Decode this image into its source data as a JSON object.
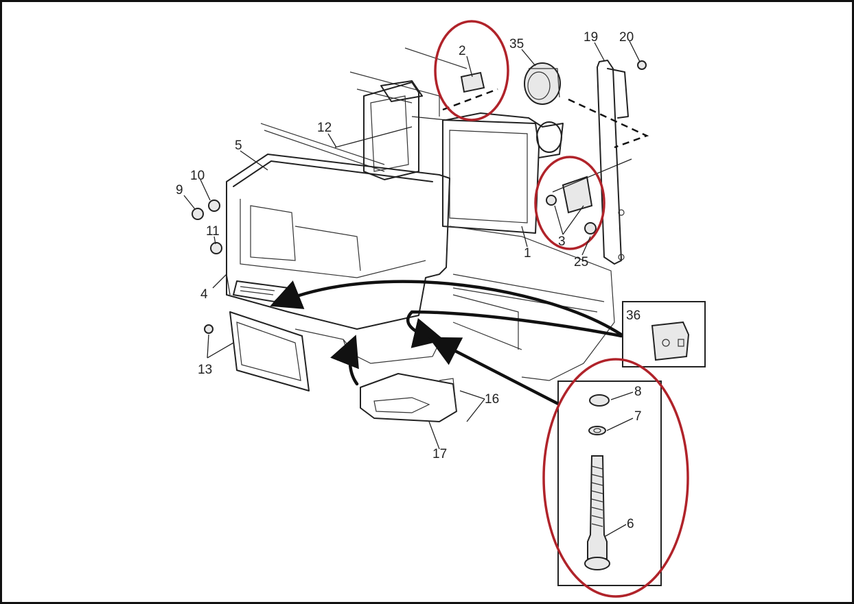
{
  "diagram": {
    "callouts": [
      "2",
      "35",
      "19",
      "20",
      "12",
      "5",
      "10",
      "9",
      "11",
      "4",
      "1",
      "3",
      "25",
      "36",
      "13",
      "8",
      "7",
      "16",
      "17",
      "6"
    ]
  },
  "colors": {
    "line": "#222222",
    "highlight": "#b0232a",
    "background": "#ffffff"
  }
}
